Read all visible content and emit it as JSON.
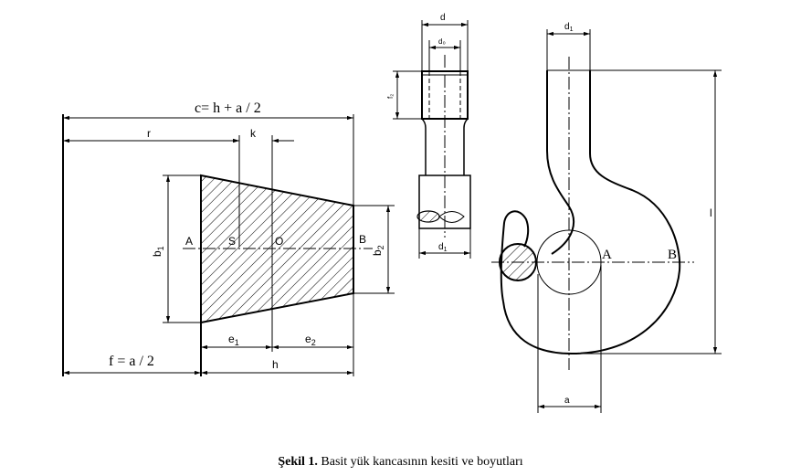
{
  "section_diagram": {
    "dim_c": "c= h + a / 2",
    "dim_r": "r",
    "dim_k": "k",
    "dim_b1_main": "b",
    "dim_b1_sub": "1",
    "dim_b2_main": "b",
    "dim_b2_sub": "2",
    "point_A": "A",
    "point_S": "S",
    "point_O": "O",
    "point_B": "B",
    "dim_e1_main": "e",
    "dim_e1_sub": "1",
    "dim_e2_main": "e",
    "dim_e2_sub": "2",
    "dim_f": "f =  a / 2",
    "dim_h": "h"
  },
  "shank_diagram": {
    "dim_d": "d",
    "dim_d0": "d₀",
    "dim_fz": "f₂",
    "dim_d1_main": "d",
    "dim_d1_sub": "1"
  },
  "hook_diagram": {
    "dim_d1_main": "d",
    "dim_d1_sub": "1",
    "dim_l": "l",
    "point_A": "A",
    "point_B": "B",
    "dim_a": "a"
  },
  "caption": {
    "label": "Şekil 1.",
    "text": " Basit yük kancasının kesiti ve boyutları"
  }
}
